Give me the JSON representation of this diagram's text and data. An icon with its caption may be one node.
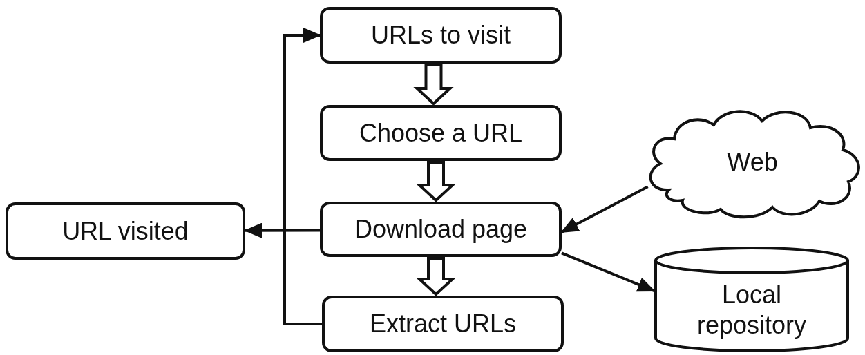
{
  "diagram": {
    "nodes": [
      {
        "text": [
          "URLs to visit"
        ]
      },
      {
        "text": [
          "Choose a URL"
        ]
      },
      {
        "text": [
          "Web"
        ]
      },
      {
        "text": [
          "URL visited"
        ]
      },
      {
        "text": [
          "Download page"
        ]
      },
      {
        "text": [
          "Local repository"
        ]
      },
      {
        "text": [
          "Extract URLs"
        ]
      }
    ],
    "edges": [
      {
        "from": 0,
        "to": 1,
        "arrow": "to",
        "style": "thick"
      },
      {
        "from": 1,
        "to": 4,
        "arrow": "to",
        "style": "thick"
      },
      {
        "from": 4,
        "to": 6,
        "arrow": "to",
        "style": "thick"
      },
      {
        "from": 4,
        "to": 3,
        "arrow": "to"
      },
      {
        "from": 6,
        "to": 0,
        "arrow": "to"
      },
      {
        "from": 2,
        "to": 4,
        "arrow": "to"
      },
      {
        "from": 4,
        "to": 5,
        "arrow": "to"
      }
    ]
  }
}
